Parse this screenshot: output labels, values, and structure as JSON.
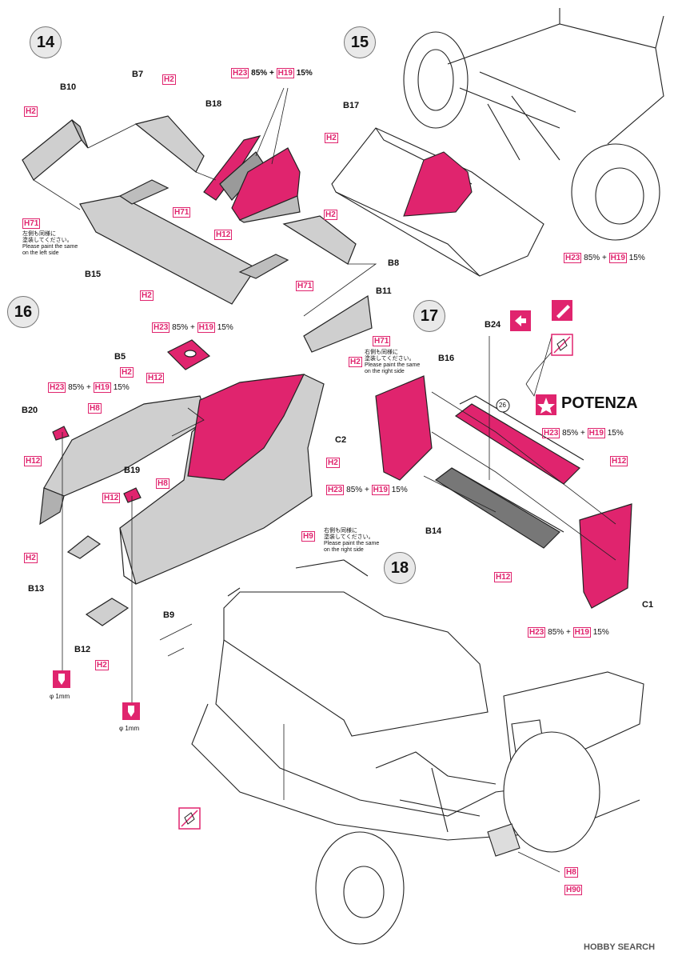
{
  "steps": {
    "s14": "14",
    "s15": "15",
    "s16": "16",
    "s17": "17",
    "s18": "18"
  },
  "parts": {
    "b10": "B10",
    "b7": "B7",
    "b18": "B18",
    "b17": "B17",
    "b15": "B15",
    "b8": "B8",
    "b11": "B11",
    "b5": "B5",
    "b20": "B20",
    "b19": "B19",
    "b13": "B13",
    "b12": "B12",
    "b9": "B9",
    "b24": "B24",
    "b16": "B16",
    "c2": "C2",
    "b14": "B14",
    "c1": "C1"
  },
  "paint": {
    "h2": "H2",
    "h8": "H8",
    "h9": "H9",
    "h12": "H12",
    "h71": "H71",
    "h90": "H90",
    "h23": "H23",
    "h19": "H19",
    "pct85": "85%",
    "pct15": "15%",
    "plus": "+"
  },
  "notes": {
    "left_jp": "左側も同様に",
    "left_jp2": "塗装してください。",
    "left_en1": "Please paint the same",
    "left_en2": "on the left side",
    "right_jp": "右側も同様に",
    "right_jp2": "塗装してください。",
    "right_en1": "Please paint the same",
    "right_en2": "on the right side"
  },
  "drill": {
    "size": "φ 1mm"
  },
  "decal": {
    "num": "26",
    "brand": "POTENZA"
  },
  "footer": {
    "site": "HOBBY SEARCH"
  },
  "colors": {
    "accent": "#e0246e",
    "gray": "#c9c9c9",
    "line": "#222222"
  },
  "icons": [
    "drill-icon",
    "remove-sprue-icon",
    "cut-icon",
    "no-glue-icon",
    "star-icon"
  ]
}
